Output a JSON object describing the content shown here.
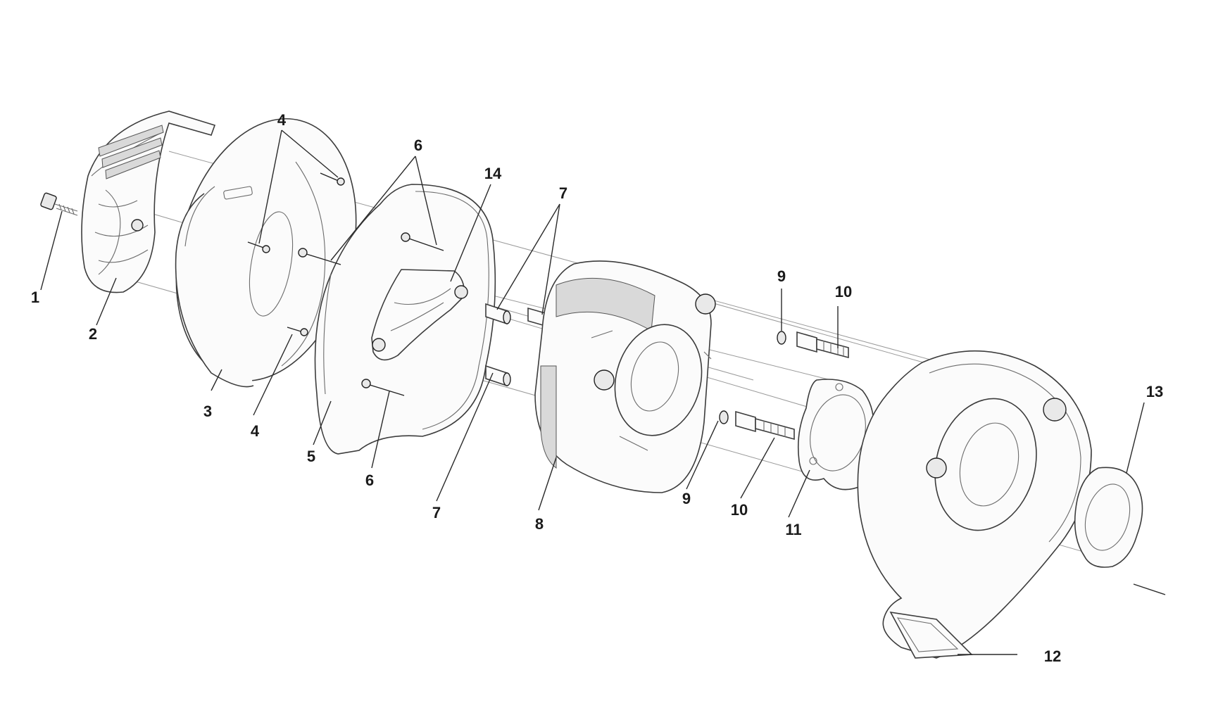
{
  "callouts": [
    {
      "id": "c1",
      "text": "1"
    },
    {
      "id": "c2",
      "text": "2"
    },
    {
      "id": "c3",
      "text": "3"
    },
    {
      "id": "c4a",
      "text": "4"
    },
    {
      "id": "c4b",
      "text": "4"
    },
    {
      "id": "c5",
      "text": "5"
    },
    {
      "id": "c6a",
      "text": "6"
    },
    {
      "id": "c6b",
      "text": "6"
    },
    {
      "id": "c7a",
      "text": "7"
    },
    {
      "id": "c7b",
      "text": "7"
    },
    {
      "id": "c8",
      "text": "8"
    },
    {
      "id": "c9a",
      "text": "9"
    },
    {
      "id": "c9b",
      "text": "9"
    },
    {
      "id": "c10a",
      "text": "10"
    },
    {
      "id": "c10b",
      "text": "10"
    },
    {
      "id": "c11",
      "text": "11"
    },
    {
      "id": "c12",
      "text": "12"
    },
    {
      "id": "c13",
      "text": "13"
    },
    {
      "id": "c14",
      "text": "14"
    }
  ],
  "parts": [
    {
      "id": "p1",
      "number": "1",
      "icon": "screw-icon"
    },
    {
      "id": "p2",
      "number": "2",
      "icon": "ribbed-cover-icon"
    },
    {
      "id": "p3",
      "number": "3",
      "icon": "housing-shell-icon"
    },
    {
      "id": "p4",
      "number": "4",
      "icon": "small-screw-icon"
    },
    {
      "id": "p5",
      "number": "5",
      "icon": "backing-plate-icon"
    },
    {
      "id": "p6",
      "number": "6",
      "icon": "long-bolt-icon"
    },
    {
      "id": "p7",
      "number": "7",
      "icon": "spacer-icon"
    },
    {
      "id": "p8",
      "number": "8",
      "icon": "filter-element-icon"
    },
    {
      "id": "p9",
      "number": "9",
      "icon": "o-ring-icon"
    },
    {
      "id": "p10",
      "number": "10",
      "icon": "stud-icon"
    },
    {
      "id": "p11",
      "number": "11",
      "icon": "gasket-icon"
    },
    {
      "id": "p12",
      "number": "12",
      "icon": "intake-base-icon"
    },
    {
      "id": "p13",
      "number": "13",
      "icon": "mount-gasket-icon"
    },
    {
      "id": "p14",
      "number": "14",
      "icon": "bracket-icon"
    }
  ]
}
